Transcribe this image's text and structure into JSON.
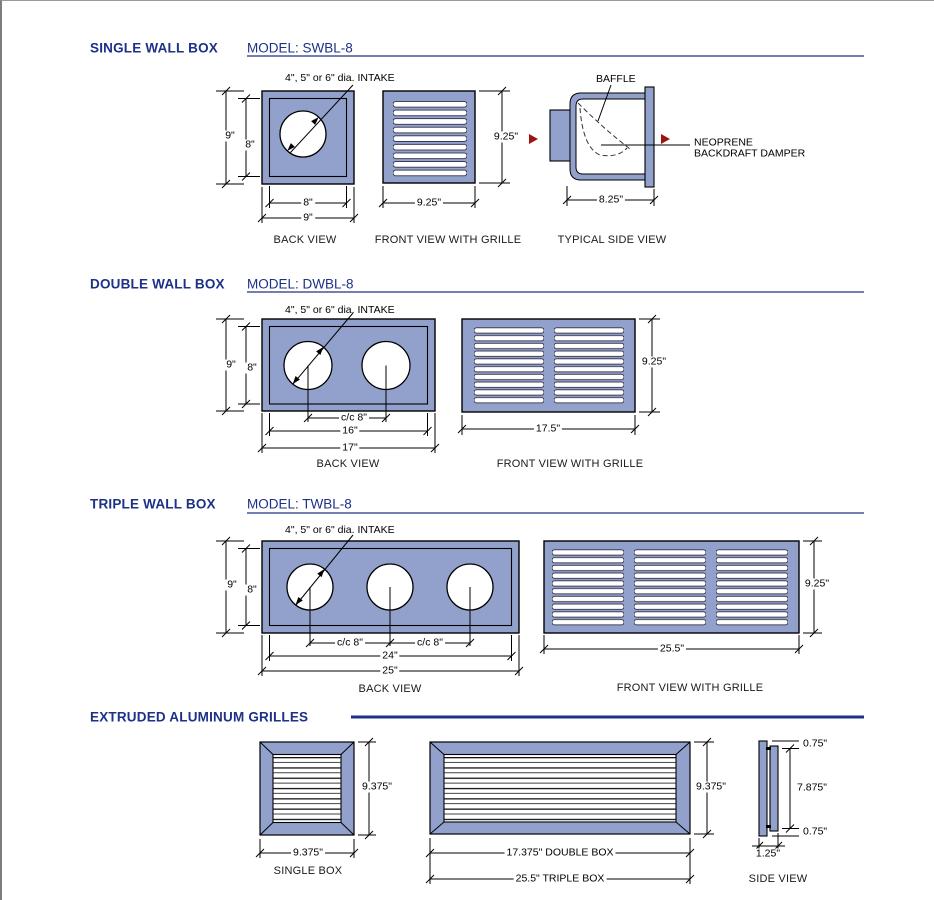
{
  "colors": {
    "navy": "#1d3187",
    "box_fill": "#91a1cc",
    "flow_arrow_red": "#a01212",
    "line": "#000000"
  },
  "sections": {
    "single": {
      "title": "SINGLE WALL BOX",
      "model": "MODEL: SWBL-8",
      "intake_label": "4\", 5\" or 6\" dia. INTAKE",
      "back": {
        "caption": "BACK VIEW",
        "dim_outer_h": "9\"",
        "dim_inner_h": "8\"",
        "dim_inner_w": "8\"",
        "dim_outer_w": "9\""
      },
      "front": {
        "caption": "FRONT VIEW WITH GRILLE",
        "dim_h": "9.25\"",
        "dim_w": "9.25\""
      },
      "side": {
        "caption": "TYPICAL SIDE VIEW",
        "baffle_label": "BAFFLE",
        "damper_label": "NEOPRENE\nBACKDRAFT DAMPER",
        "dim_w": "8.25\""
      }
    },
    "double": {
      "title": "DOUBLE WALL BOX",
      "model": "MODEL: DWBL-8",
      "intake_label": "4\", 5\" or 6\" dia. INTAKE",
      "back": {
        "caption": "BACK VIEW",
        "dim_outer_h": "9\"",
        "dim_inner_h": "8\"",
        "dim_cc": "c/c 8\"",
        "dim_inner_w": "16\"",
        "dim_outer_w": "17\""
      },
      "front": {
        "caption": "FRONT VIEW WITH GRILLE",
        "dim_h": "9.25\"",
        "dim_w": "17.5\""
      }
    },
    "triple": {
      "title": "TRIPLE WALL BOX",
      "model": "MODEL: TWBL-8",
      "intake_label": "4\", 5\" or 6\" dia. INTAKE",
      "back": {
        "caption": "BACK VIEW",
        "dim_outer_h": "9\"",
        "dim_inner_h": "8\"",
        "dim_cc1": "c/c 8\"",
        "dim_cc2": "c/c 8\"",
        "dim_inner_w": "24\"",
        "dim_outer_w": "25\""
      },
      "front": {
        "caption": "FRONT VIEW WITH GRILLE",
        "dim_h": "9.25\"",
        "dim_w": "25.5\""
      }
    },
    "grilles": {
      "title": "EXTRUDED ALUMINUM GRILLES",
      "single_box": {
        "caption": "SINGLE BOX",
        "dim_h": "9.375\"",
        "dim_w": "9.375\""
      },
      "multi_box": {
        "dim_h": "9.375\"",
        "dim_w_double": "17.375\" DOUBLE BOX",
        "dim_w_triple": "25.5\" TRIPLE BOX"
      },
      "side_view": {
        "caption": "SIDE VIEW",
        "dim_lip_top": "0.75\"",
        "dim_opening": "7.875\"",
        "dim_lip_bottom": "0.75\"",
        "dim_depth": "1.25\""
      }
    }
  }
}
